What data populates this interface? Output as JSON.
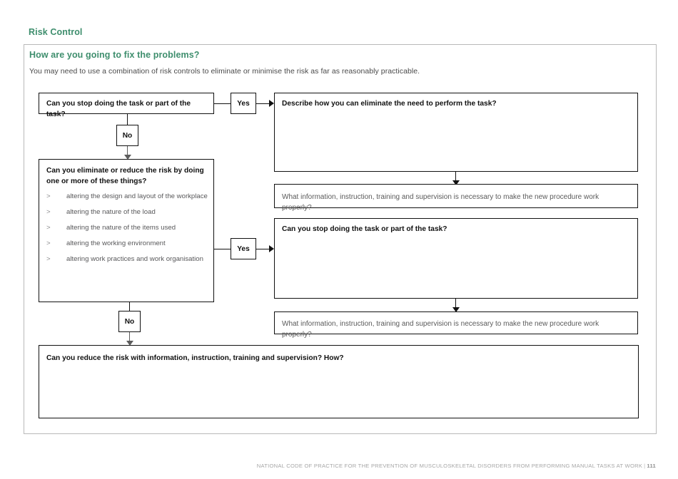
{
  "page": {
    "heading": "Risk Control",
    "section_title": "How are you going to fix the problems?",
    "intro": "You may need to use a combination of risk controls to eliminate or minimise the risk as far as reasonably practicable.",
    "accent_color": "#3e8e6d",
    "panel_border_color": "#b9b9b9",
    "box_border_color": "#111111"
  },
  "flow": {
    "left_column": {
      "question_1": "Can you stop doing the task or part of the task?",
      "decision_no_1": "No",
      "question_2_line1": "Can you eliminate or reduce the risk by doing",
      "question_2_line2": "one or more of these things?",
      "bullet_marker": ">",
      "bullets": [
        "altering the design and layout of the workplace",
        "altering the nature of the load",
        "altering the nature of the items used",
        "altering the working environment",
        "altering work practices and work organisation"
      ],
      "decision_no_2": "No",
      "question_3": "Can you reduce the risk with information, instruction, training and supervision? How?"
    },
    "branches": [
      {
        "label": "Yes"
      },
      {
        "label": "Yes"
      }
    ],
    "right_column": {
      "answer_box_1": "Describe how you can eliminate the need to perform the task?",
      "followup_box_1": "What information, instruction, training and supervision is necessary to make the new procedure work properly?",
      "answer_box_2": "Can you stop doing the task or part of the task?",
      "followup_box_2": "What information, instruction, training and supervision is necessary to make the new procedure work properly?"
    }
  },
  "footer": {
    "text": "NATIONAL CODE OF PRACTICE FOR THE PREVENTION OF MUSCULOSKELETAL DISORDERS FROM PERFORMING MANUAL TASKS AT WORK",
    "separator": "|",
    "page_number": "111"
  }
}
